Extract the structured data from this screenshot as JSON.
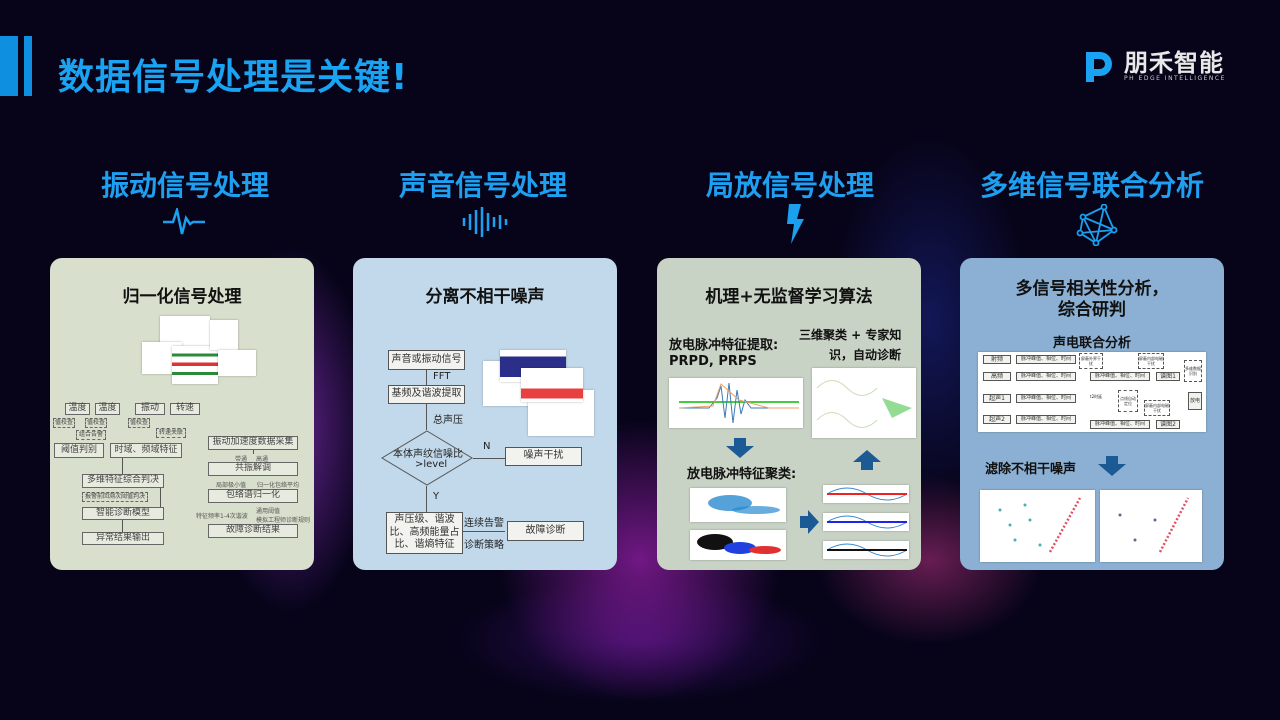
{
  "header": {
    "title": "数据信号处理是关键!",
    "logo_cn": "朋禾智能",
    "logo_en": "PH EDGE INTELLIGENCE",
    "accent": "#1aa3f2"
  },
  "sections": [
    {
      "title": "振动信号处理",
      "icon": "heartbeat-waveform-icon"
    },
    {
      "title": "声音信号处理",
      "icon": "sound-wave-icon"
    },
    {
      "title": "局放信号处理",
      "icon": "lightning-icon"
    },
    {
      "title": "多维信号联合分析",
      "icon": "network-nodes-icon"
    }
  ],
  "card1": {
    "title": "归一化信号处理",
    "left": {
      "inputs": [
        "温度",
        "温度",
        "振动",
        "转速"
      ],
      "dashed": [
        "值校查",
        "值校查",
        "组合告警",
        "值校查",
        "转速关联",
        "报警前回溯次阈值判决"
      ],
      "judge": "阈值判别",
      "feature": "时域、频域特征",
      "fusion": "多维特征综合判决",
      "model": "智能诊断模型",
      "output": "异常结果输出"
    },
    "right": {
      "steps": [
        "振动加速度数据采集",
        "共振解调",
        "包络谱归一化",
        "故障诊断结果"
      ],
      "labels": [
        "带通",
        "高通",
        "局部极小值",
        "归一化包络平均",
        "特征频率1-4次谐波",
        "通用阈值",
        "模拟工程师诊断规则"
      ]
    }
  },
  "card2": {
    "title": "分离不相干噪声",
    "flow": {
      "input": "声音或振动信号",
      "fft": "FFT",
      "extract": "基频及谐波提取",
      "pressure": "总声压",
      "decision_line1": "本体声纹信噪比",
      "decision_line2": ">level",
      "no": "N",
      "noise": "噪声干扰",
      "yes": "Y",
      "features": "声压级、谐波比、高频能量占比、谐熵特征",
      "strategy1": "连续告警",
      "strategy2": "诊断策略",
      "diagnosis": "故障诊断"
    }
  },
  "card3": {
    "title": "机理+无监督学习算法",
    "extract_line1": "放电脉冲特征提取:",
    "extract_line2": "PRPD, PRPS",
    "cluster3d_line1": "三维聚类 + 专家知",
    "cluster3d_line2": "识，自动诊断",
    "cluster": "放电脉冲特征聚类:"
  },
  "card4": {
    "title_line1": "多信号相关性分析，",
    "title_line2": "综合研判",
    "joint": "声电联合分析",
    "diagram": {
      "inputs": [
        "射频",
        "高频",
        "超声1",
        "超声2"
      ],
      "feature": "脉冲峰值、相位、时间",
      "map1": "谱图1",
      "map2": "谱图2",
      "result": "放电",
      "notes": [
        "屏蔽外界干扰",
        "屏蔽内部电磁干扰",
        "点线自动定位",
        "屏蔽内部电磁干扰",
        "多维数据识别"
      ],
      "dt": "t2时延"
    },
    "filter": "滤除不相干噪声"
  }
}
